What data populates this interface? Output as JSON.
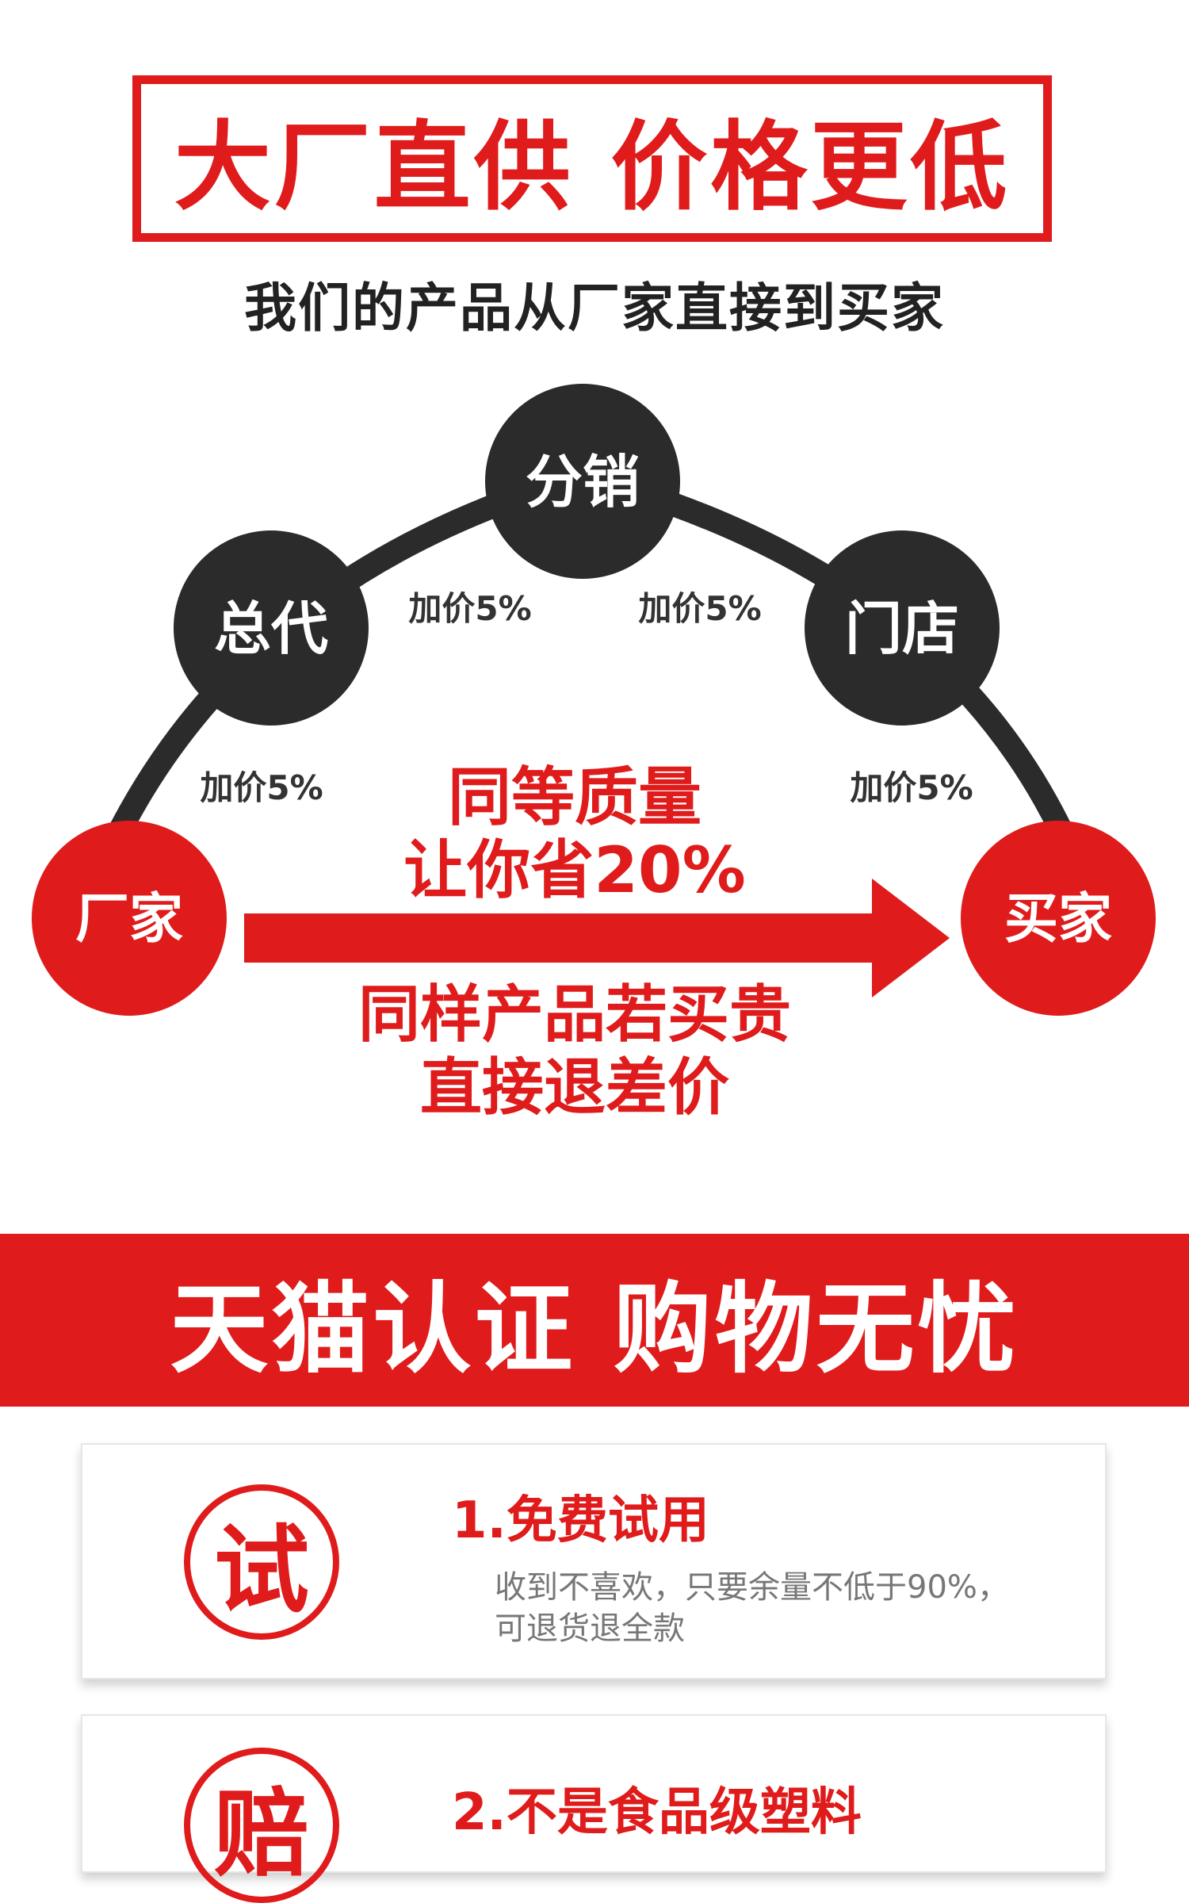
{
  "hero": {
    "title": "大厂直供 价格更低",
    "subtitle": "我们的产品从厂家直接到买家"
  },
  "diagram": {
    "nodes": {
      "factory": "厂家",
      "general_agent": "总代",
      "distribution": "分销",
      "store": "门店",
      "buyer": "买家"
    },
    "markups": [
      "加价5%",
      "加价5%",
      "加价5%",
      "加价5%"
    ],
    "slogan_top": [
      "同等质量",
      "让你省20%"
    ],
    "slogan_bottom": [
      "同样产品若买贵",
      "直接退差价"
    ]
  },
  "banner": {
    "title": "天猫认证 购物无忧"
  },
  "cards": [
    {
      "badge": "试",
      "title": "1.免费试用",
      "desc_lines": [
        "收到不喜欢，只要余量不低于90%，",
        "可退货退全款"
      ]
    },
    {
      "badge": "赔",
      "title": "2.不是食品级塑料"
    }
  ],
  "colors": {
    "accent": "#e01b1b",
    "dark": "#2b2b2b",
    "muted": "#777777"
  }
}
